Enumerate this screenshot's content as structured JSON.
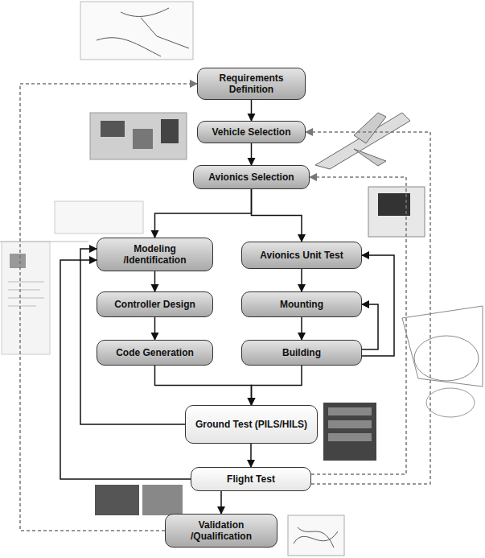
{
  "diagram": {
    "nodes": [
      {
        "text": [
          "Requirements Definition"
        ]
      },
      {
        "text": [
          "Vehicle Selection"
        ]
      },
      {
        "text": [
          "Avionics Selection"
        ]
      },
      {
        "text": [
          "Modeling /Identification"
        ]
      },
      {
        "text": [
          "Avionics Unit Test"
        ]
      },
      {
        "text": [
          "Controller Design"
        ]
      },
      {
        "text": [
          "Mounting"
        ]
      },
      {
        "text": [
          "Code Generation"
        ]
      },
      {
        "text": [
          "Building"
        ]
      },
      {
        "text": [
          "Ground Test (PILS/HILS)"
        ]
      },
      {
        "text": [
          "Flight Test"
        ]
      },
      {
        "text": [
          "Validation /Qualification"
        ]
      }
    ],
    "edges": [
      {
        "from": 0,
        "to": 1,
        "arrow": "to"
      },
      {
        "from": 1,
        "to": 2,
        "arrow": "to"
      },
      {
        "from": 2,
        "to": 3,
        "arrow": "to"
      },
      {
        "from": 2,
        "to": 4,
        "arrow": "to"
      },
      {
        "from": 3,
        "to": 5,
        "arrow": "to"
      },
      {
        "from": 5,
        "to": 7,
        "arrow": "to"
      },
      {
        "from": 4,
        "to": 6,
        "arrow": "to"
      },
      {
        "from": 6,
        "to": 8,
        "arrow": "to"
      },
      {
        "from": 7,
        "to": 9,
        "arrow": "to"
      },
      {
        "from": 8,
        "to": 9,
        "arrow": "to"
      },
      {
        "from": 9,
        "to": 10,
        "arrow": "to"
      },
      {
        "from": 10,
        "to": 11,
        "arrow": "to"
      },
      {
        "from": 9,
        "to": 3,
        "arrow": "to"
      },
      {
        "from": 10,
        "to": 3,
        "arrow": "to"
      },
      {
        "from": 11,
        "to": 0,
        "arrow": "to"
      },
      {
        "from": 8,
        "to": 4,
        "arrow": "to"
      },
      {
        "from": 8,
        "to": 6,
        "arrow": "to"
      },
      {
        "from": 10,
        "to": 2,
        "arrow": "to"
      },
      {
        "from": 10,
        "to": 1,
        "arrow": "to"
      }
    ]
  }
}
